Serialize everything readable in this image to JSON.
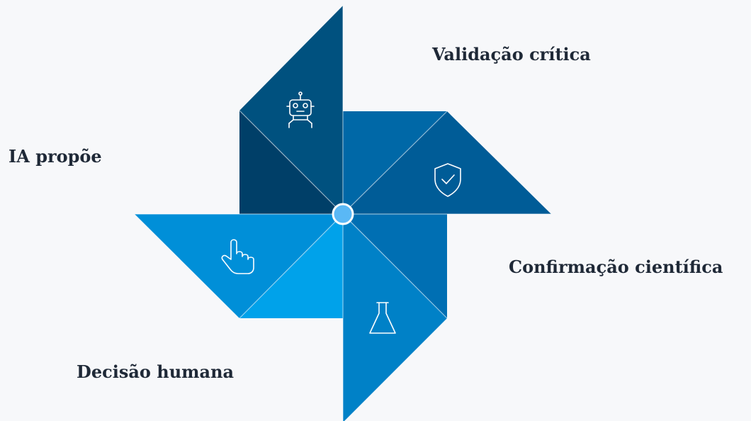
{
  "steps": [
    {
      "label": "IA propõe",
      "icon": "robot-icon",
      "color": "#003f68"
    },
    {
      "label": "Validação crítica",
      "icon": "shield-check-icon",
      "color": "#005c97"
    },
    {
      "label": "Confirmação científica",
      "icon": "flask-icon",
      "color": "#0081c7"
    },
    {
      "label": "Decisão humana",
      "icon": "hand-pointer-icon",
      "color": "#00a2ea"
    }
  ],
  "colors": {
    "background": "#f7f8fa",
    "hub": "#5ab8f5",
    "divider": "#ffffff"
  }
}
